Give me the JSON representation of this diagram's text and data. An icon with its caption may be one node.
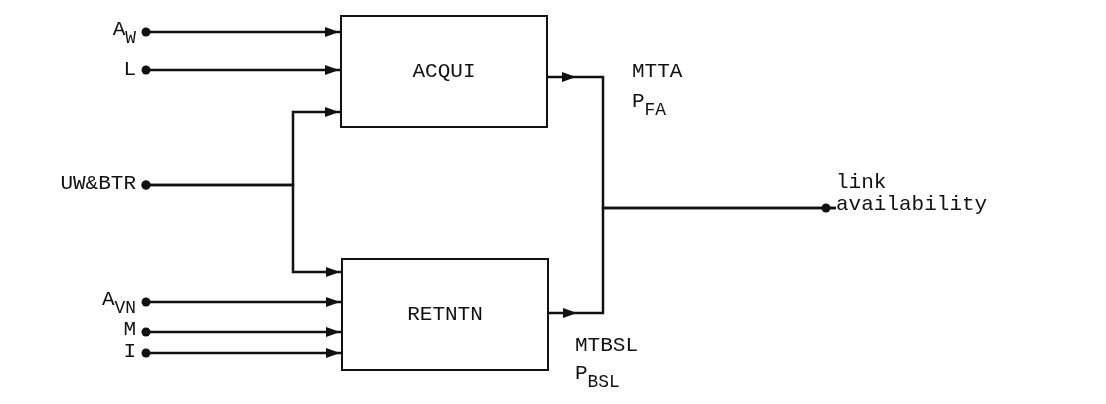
{
  "diagram": {
    "nodes": [
      {
        "text": [
          "A$_{W}$"
        ]
      },
      {
        "text": [
          "L"
        ]
      },
      {
        "text": [
          "UW&BTR"
        ]
      },
      {
        "text": [
          "A$_{VN}$"
        ]
      },
      {
        "text": [
          "M"
        ]
      },
      {
        "text": [
          "I"
        ]
      },
      {
        "text": [
          "ACQUI"
        ]
      },
      {
        "text": [
          "RETNTN"
        ]
      },
      {
        "text": [
          "link availability"
        ]
      }
    ],
    "edges": [
      {
        "from": 0,
        "to": 6,
        "arrow": "to"
      },
      {
        "from": 1,
        "to": 6,
        "arrow": "to"
      },
      {
        "from": 2,
        "to": 6,
        "arrow": "to"
      },
      {
        "from": 2,
        "to": 7,
        "arrow": "to"
      },
      {
        "from": 3,
        "to": 7,
        "arrow": "to"
      },
      {
        "from": 4,
        "to": 7,
        "arrow": "to"
      },
      {
        "from": 5,
        "to": 7,
        "arrow": "to"
      },
      {
        "from": 6,
        "to": 8,
        "arrow": "to"
      },
      {
        "from": 7,
        "to": 8,
        "arrow": "to"
      }
    ],
    "labels": [
      "MTTA",
      "P$_{FA}$",
      "MTBSL",
      "P$_{BSL}$"
    ]
  }
}
